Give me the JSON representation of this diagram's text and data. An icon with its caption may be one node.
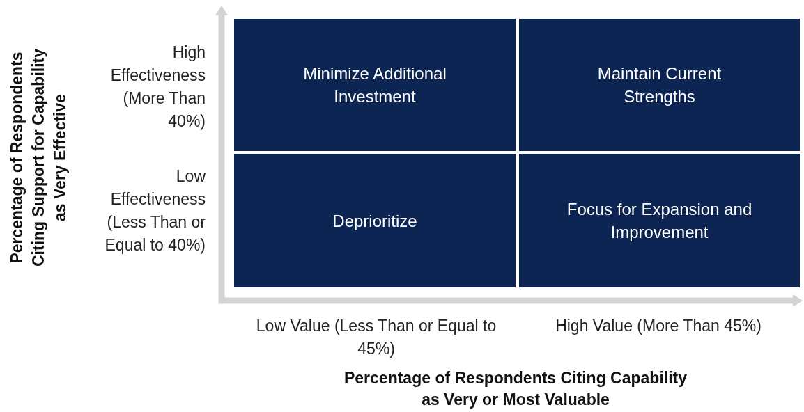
{
  "diagram": {
    "nodes": [
      {
        "text": [
          "Minimize Additional Investment"
        ]
      },
      {
        "text": [
          "Maintain Current Strengths"
        ]
      },
      {
        "text": [
          "Deprioritize"
        ]
      },
      {
        "text": [
          "Focus for Expansion and Improvement"
        ]
      }
    ],
    "labels": [
      "Percentage of Respondents Citing Support for Capability as Very Effective",
      "High Effectiveness (More Than 40%)",
      "Low Effectiveness (Less Than or Equal to 40%)",
      "Low Value (Less Than or Equal to 45%)",
      "High Value (More Than 45%)",
      "Percentage of Respondents Citing Capability as Very or Most Valuable"
    ]
  }
}
